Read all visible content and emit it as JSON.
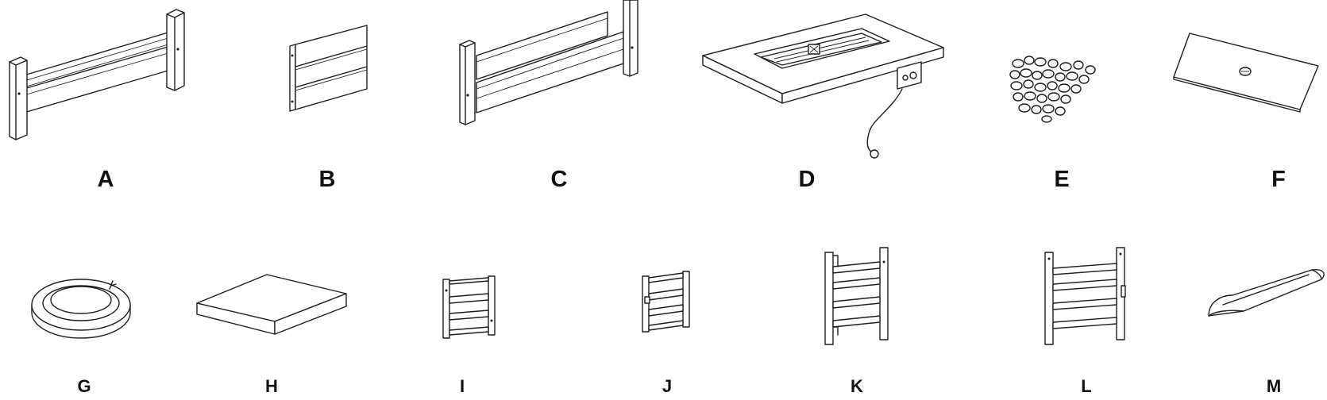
{
  "parts": [
    {
      "id": "A",
      "label": "A",
      "icon": "side-rail-with-two-posts"
    },
    {
      "id": "B",
      "label": "B",
      "icon": "three-slat-panel"
    },
    {
      "id": "C",
      "label": "C",
      "icon": "side-rail-with-two-posts"
    },
    {
      "id": "D",
      "label": "D",
      "icon": "burner-tray-with-gas-hose"
    },
    {
      "id": "E",
      "label": "E",
      "icon": "fire-glass-stones"
    },
    {
      "id": "F",
      "label": "F",
      "icon": "flat-cover-plate"
    },
    {
      "id": "G",
      "label": "G",
      "icon": "round-burner-ring"
    },
    {
      "id": "H",
      "label": "H",
      "icon": "table-top-slab"
    },
    {
      "id": "I",
      "label": "I",
      "icon": "small-ladder-frame"
    },
    {
      "id": "J",
      "label": "J",
      "icon": "small-ladder-frame-with-latch"
    },
    {
      "id": "K",
      "label": "K",
      "icon": "tall-ladder-frame"
    },
    {
      "id": "L",
      "label": "L",
      "icon": "tall-ladder-frame"
    },
    {
      "id": "M",
      "label": "M",
      "icon": "half-round-trim-cover"
    }
  ]
}
